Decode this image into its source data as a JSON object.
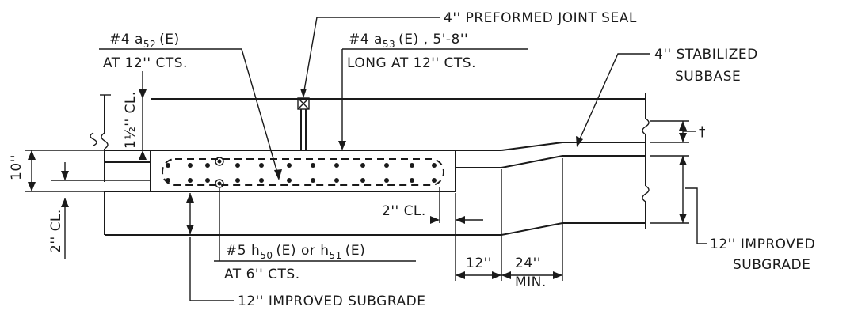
{
  "labels": {
    "joint_seal": "4'' PREFORMED JOINT SEAL",
    "a52_prefix": "#4 a",
    "a52_sub": "52",
    "a52_suffix": "(E)",
    "a52_line2": "AT 12'' CTS.",
    "a53_prefix": "#4 a",
    "a53_sub": "53",
    "a53_suffix": "(E) , 5'-8''",
    "a53_line2": "LONG AT 12'' CTS.",
    "stabilized_line1": "4'' STABILIZED",
    "stabilized_line2": "SUBBASE",
    "cl_1half": "1½'' CL.",
    "ten_in": "10''",
    "two_cl_left": "2'' CL.",
    "two_cl_right": "2'' CL.",
    "dagger": "†",
    "h_prefix1": "#5 h",
    "h_sub1": "50",
    "h_mid": "(E) or h",
    "h_sub2": "51",
    "h_suffix": "(E)",
    "h_line2": "AT 6'' CTS.",
    "dim_12": "12''",
    "dim_24": "24''",
    "dim_min": "MIN.",
    "improved_right_line1": "12'' IMPROVED",
    "improved_right_line2": "SUBGRADE",
    "improved_bottom": "12'' IMPROVED SUBGRADE"
  }
}
